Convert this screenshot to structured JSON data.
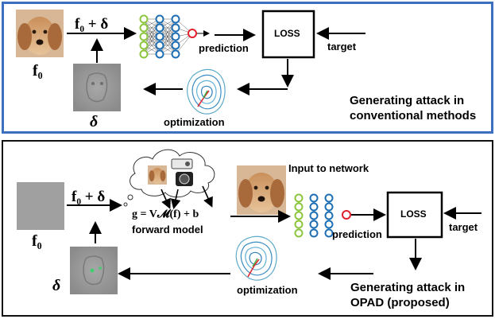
{
  "top": {
    "f0_plus_delta": "f₀ + δ",
    "f0": "f₀",
    "delta": "δ",
    "prediction": "prediction",
    "loss": "LOSS",
    "target": "target",
    "optimization": "optimization",
    "caption_line1": "Generating attack in",
    "caption_line2": "conventional methods"
  },
  "bottom": {
    "f0_plus_delta": "f₀ + δ",
    "f0": "f₀",
    "delta": "δ",
    "equation": "g = V𝓜(f) + b",
    "forward_model": "forward model",
    "input_to_network": "Input to network",
    "prediction": "prediction",
    "loss": "LOSS",
    "target": "target",
    "optimization": "optimization",
    "caption_line1": "Generating attack in",
    "caption_line2": "OPAD (proposed)"
  },
  "colors": {
    "top_border": "#3d6fc0",
    "bottom_border": "#111111",
    "node_green": "#8cc63f",
    "node_blue": "#1f6fb5",
    "node_red": "#e0202a"
  },
  "icons": [
    "dog-image",
    "noise-pattern",
    "neural-network",
    "loss-contour",
    "cloud",
    "projector",
    "camera"
  ]
}
